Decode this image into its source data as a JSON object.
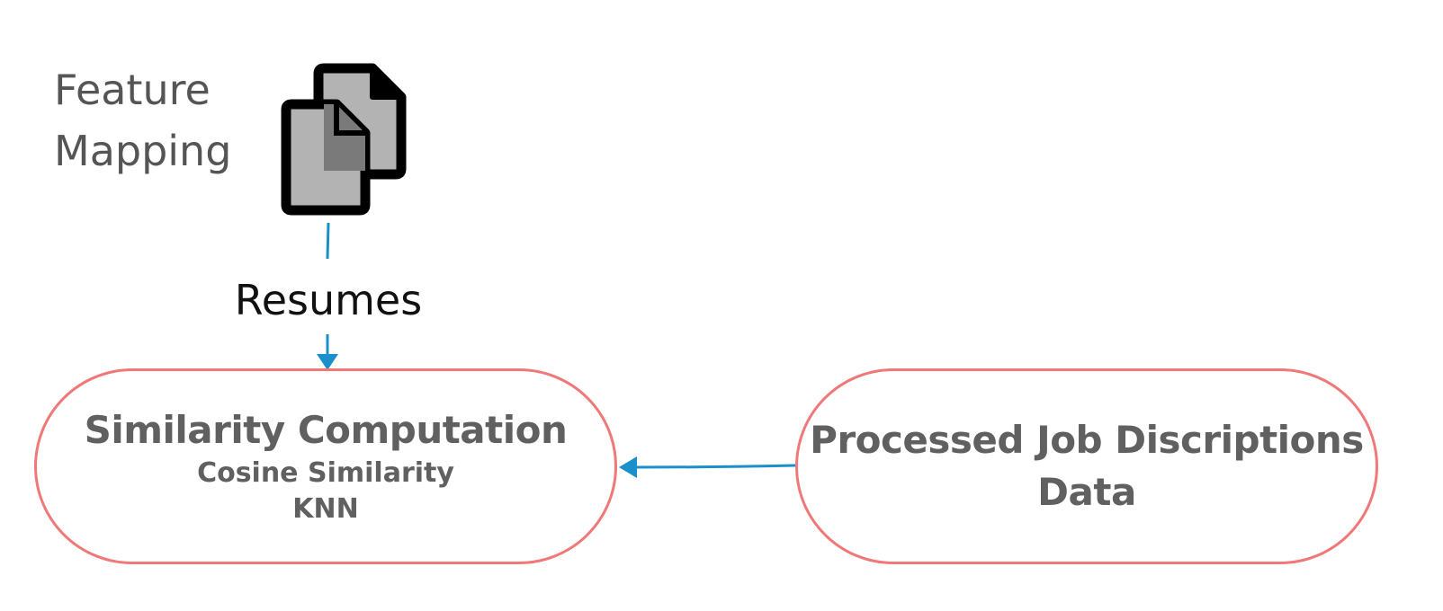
{
  "diagram": {
    "title": [
      "Feature",
      "Mapping"
    ],
    "icon": "documents-icon",
    "edge_label": "Resumes",
    "nodes": {
      "similarity": {
        "title": "Similarity Computation",
        "lines": [
          "Cosine Similarity",
          "KNN"
        ]
      },
      "processed": {
        "title_lines": [
          "Processed Job Discriptions",
          "Data"
        ]
      }
    },
    "colors": {
      "node_border": "#f07878",
      "edge": "#1a8fc9",
      "icon_fill": "#b3b3b3",
      "icon_fold": "#7a7a7a",
      "text": "#606060"
    }
  }
}
